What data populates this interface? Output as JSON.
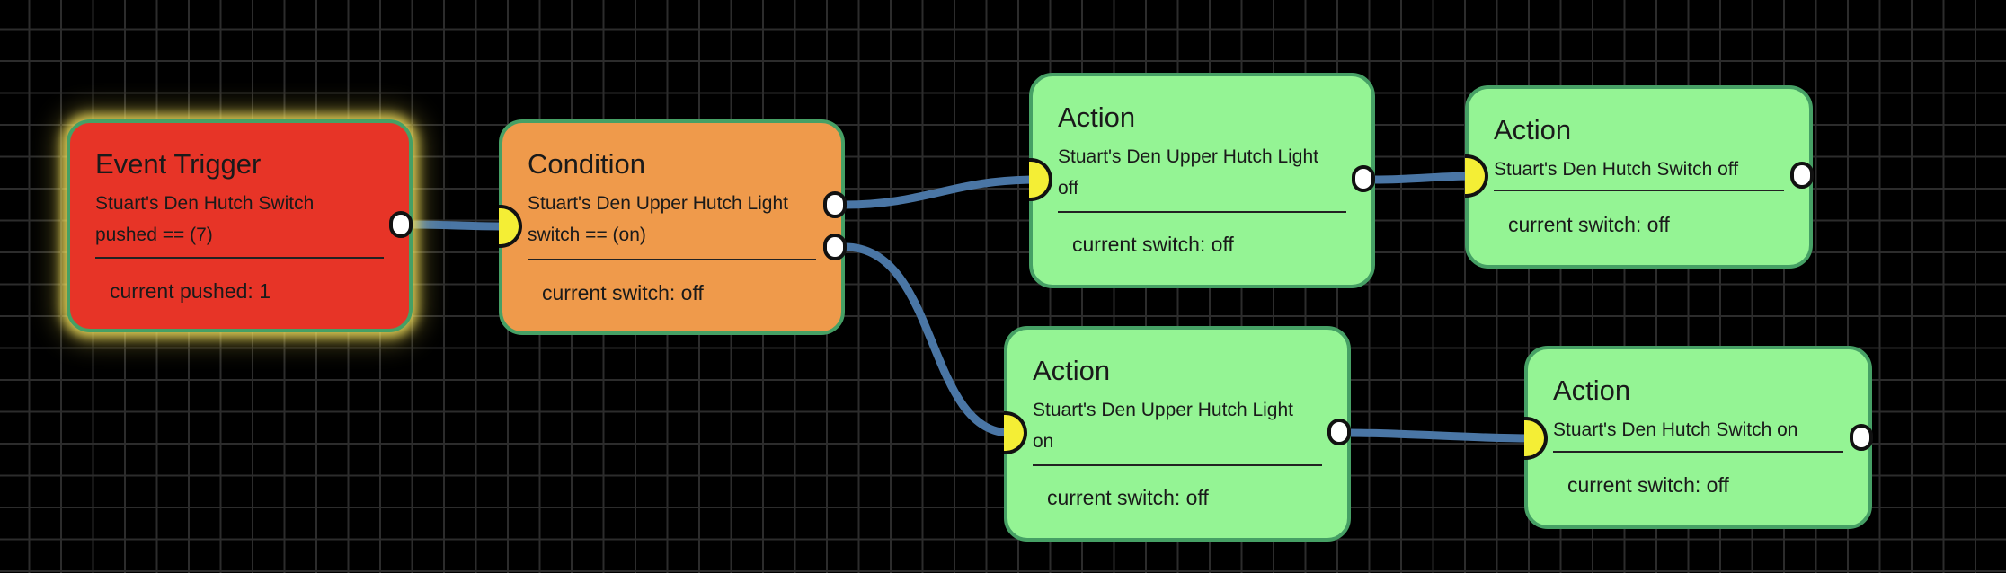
{
  "colors": {
    "trigger": "#e73427",
    "condition": "#ef9a4b",
    "action": "#94f494",
    "wire": "#4a76a5",
    "input_port": "#f4ee35"
  },
  "nodes": {
    "trigger": {
      "title": "Event Trigger",
      "desc_line1": "Stuart's Den Hutch Switch",
      "desc_line2": "pushed == (7)",
      "status": "current pushed: 1"
    },
    "condition": {
      "title": "Condition",
      "desc_line1": "Stuart's Den Upper Hutch Light",
      "desc_line2": "switch == (on)",
      "status": "current switch: off"
    },
    "action_upper_off": {
      "title": "Action",
      "desc_line1": "Stuart's Den Upper Hutch Light",
      "desc_line2": "off",
      "status": "current switch: off"
    },
    "action_hutch_off": {
      "title": "Action",
      "desc_line1": "Stuart's Den Hutch Switch off",
      "status": "current switch: off"
    },
    "action_upper_on": {
      "title": "Action",
      "desc_line1": "Stuart's Den Upper Hutch Light",
      "desc_line2": "on",
      "status": "current switch: off"
    },
    "action_hutch_on": {
      "title": "Action",
      "desc_line1": "Stuart's Den Hutch Switch on",
      "status": "current switch: off"
    }
  },
  "connections": [
    {
      "from": "trigger",
      "to": "condition",
      "branch": "out"
    },
    {
      "from": "condition",
      "to": "action_upper_off",
      "branch": "true"
    },
    {
      "from": "condition",
      "to": "action_upper_on",
      "branch": "false"
    },
    {
      "from": "action_upper_off",
      "to": "action_hutch_off",
      "branch": "out"
    },
    {
      "from": "action_upper_on",
      "to": "action_hutch_on",
      "branch": "out"
    }
  ]
}
